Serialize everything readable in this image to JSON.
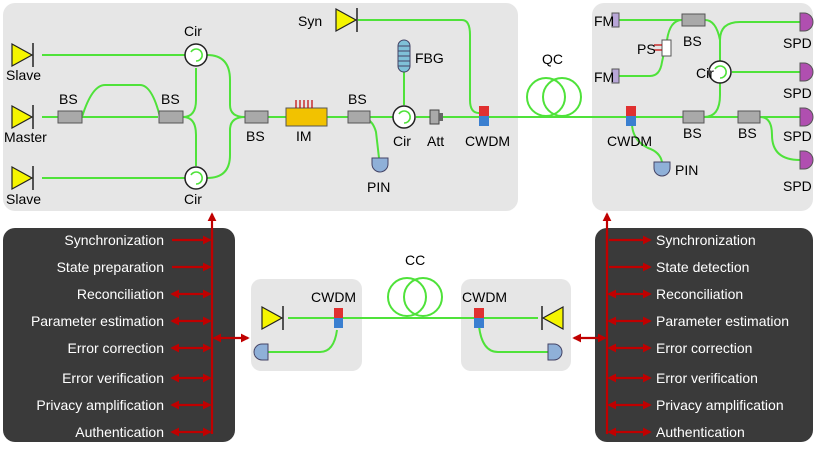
{
  "transmitter": {
    "lasers": {
      "slave_top": "Slave",
      "master": "Master",
      "slave_bottom": "Slave",
      "syn": "Syn"
    },
    "beam_splitters": {
      "bs1": "BS",
      "bs2": "BS",
      "bs3": "BS",
      "bs4": "BS"
    },
    "circulators": {
      "cir_top": "Cir",
      "cir_bottom": "Cir",
      "cir_fbg": "Cir"
    },
    "modulator": "IM",
    "grating": "FBG",
    "photodiode": "PIN",
    "attenuator": "Att",
    "wdm": "CWDM"
  },
  "quantum_channel": "QC",
  "receiver": {
    "faraday_mirrors": {
      "top": "FM",
      "bottom": "FM"
    },
    "phase_shifter": "PS",
    "circulator": "Cir",
    "beam_splitters": {
      "mz": "BS",
      "bs2": "BS",
      "bs3": "BS"
    },
    "detectors": [
      "SPD",
      "SPD",
      "SPD",
      "SPD"
    ],
    "photodiode": "PIN",
    "wdm": "CWDM"
  },
  "classical_channel": {
    "label": "CC",
    "left_wdm": "CWDM",
    "right_wdm": "CWDM"
  },
  "alice_processes": [
    "Synchronization",
    "State preparation",
    "Reconciliation",
    "Parameter estimation",
    "Error correction",
    "Error verification",
    "Privacy amplification",
    "Authentication"
  ],
  "bob_processes": [
    "Synchronization",
    "State detection",
    "Reconciliation",
    "Parameter estimation",
    "Error correction",
    "Error verification",
    "Privacy amplification",
    "Authentication"
  ],
  "colors": {
    "fiber": "#4fe23a",
    "arrow": "#c00000",
    "panel_optical": "#e6e6e6",
    "panel_control": "#3a3a3a",
    "laser": "#f5f500",
    "component": "#a9a9a9",
    "modulator": "#f2c200",
    "detector_spd": "#b04fb0",
    "detector_pin": "#8fb0d8",
    "fbg": "#7fc1d8"
  }
}
